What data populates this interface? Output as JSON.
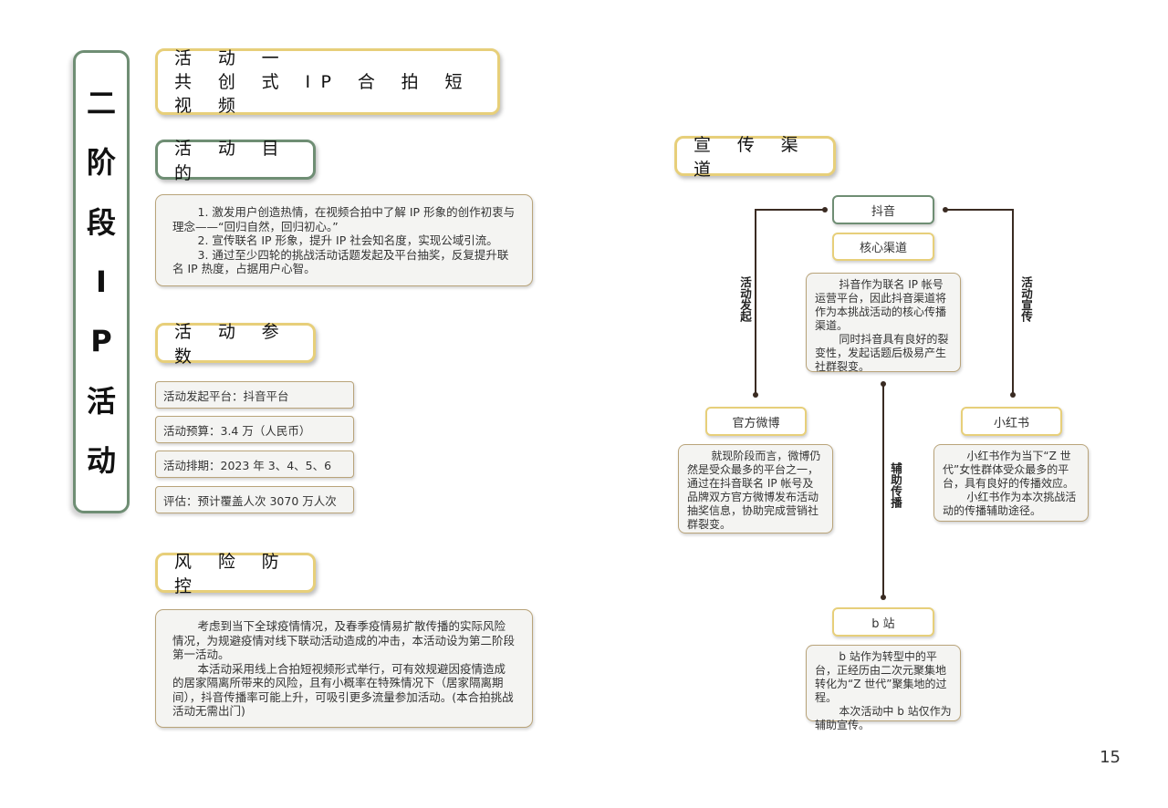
{
  "side_title": [
    "二",
    "阶",
    "段",
    "I",
    "P",
    "活",
    "动"
  ],
  "main_title": {
    "line1": "活 动 一",
    "line2": "共 创 式 IP 合 拍 短 视 频"
  },
  "goal": {
    "heading": "活 动 目 的",
    "lines": [
      "1. 激发用户创造热情，在视频合拍中了解 IP 形象的创作初衷与理念——“回归自然，回归初心。”",
      "2. 宣传联名 IP 形象，提升 IP 社会知名度，实现公域引流。",
      "3. 通过至少四轮的挑战活动话题发起及平台抽奖，反复提升联名 IP 热度，占据用户心智。"
    ]
  },
  "params": {
    "heading": "活 动 参 数",
    "items": [
      "活动发起平台：抖音平台",
      "活动预算：3.4 万（人民币）",
      "活动排期：2023 年 3、4、5、6",
      "评估：预计覆盖人次 3070 万人次"
    ]
  },
  "risk": {
    "heading": "风 险 防 控",
    "paragraphs": [
      "考虑到当下全球疫情情况，及春季疫情易扩散传播的实际风险情况，为规避疫情对线下联动活动造成的冲击，本活动设为第二阶段第一活动。",
      "本活动采用线上合拍短视频形式举行，可有效规避因疫情造成的居家隔离所带来的风险，且有小概率在特殊情况下（居家隔离期间），抖音传播率可能上升，可吸引更多流量参加活动。(本合拍挑战活动无需出门)"
    ]
  },
  "channels": {
    "heading": "宣 传 渠 道",
    "douyin": {
      "name": "抖音",
      "tag": "核心渠道",
      "paragraphs": [
        "抖音作为联名 IP 帐号运营平台，因此抖音渠道将作为本挑战活动的核心传播渠道。",
        "同时抖音具有良好的裂变性，发起话题后极易产生社群裂变。"
      ]
    },
    "weibo": {
      "name": "官方微博",
      "paragraphs": [
        "就现阶段而言，微博仍然是受众最多的平台之一，通过在抖音联名 IP 帐号及品牌双方官方微博发布活动抽奖信息，协助完成营销社群裂变。"
      ]
    },
    "xiaohongshu": {
      "name": "小红书",
      "paragraphs": [
        "小红书作为当下“Z 世代”女性群体受众最多的平台，具有良好的传播效应。",
        "小红书作为本次挑战活动的传播辅助途径。"
      ]
    },
    "bilibili": {
      "name": "b 站",
      "paragraphs": [
        "b 站作为转型中的平台，正经历由二次元聚集地转化为“Z 世代”聚集地的过程。",
        "本次活动中 b 站仅作为辅助宣传。"
      ]
    },
    "labels": {
      "left": "活动发起",
      "right": "活动宣传",
      "bottom": "辅助传播"
    }
  },
  "page_number": "15",
  "colors": {
    "gold": "#e7cf7a",
    "green": "#6f8e74",
    "box_border": "#b9a47a",
    "line": "#3a2b22"
  }
}
